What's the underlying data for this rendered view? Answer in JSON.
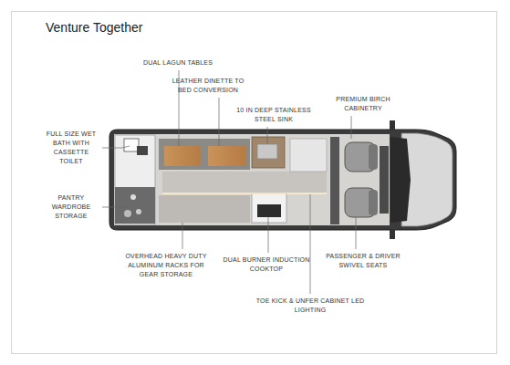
{
  "diagram": {
    "title": "Venture Together",
    "labels": [
      "DUAL LAGUN TABLES",
      "LEATHER DINETTE TO BED CONVERSION",
      "10 IN DEEP STAINLESS STEEL SINK",
      "PREMIUM BIRCH CABINETRY",
      "FULL SIZE WET BATH WITH CASSETTE TOILET",
      "PANTRY WARDROBE STORAGE",
      "OVERHEAD HEAVY DUTY ALUMINUM RACKS FOR GEAR STORAGE",
      "DUAL BURNER INDUCTION COOKTOP",
      "PASSENGER & DRIVER SWIVEL SEATS",
      "TOE KICK & UNFER CABINET LED LIGHTING"
    ]
  }
}
